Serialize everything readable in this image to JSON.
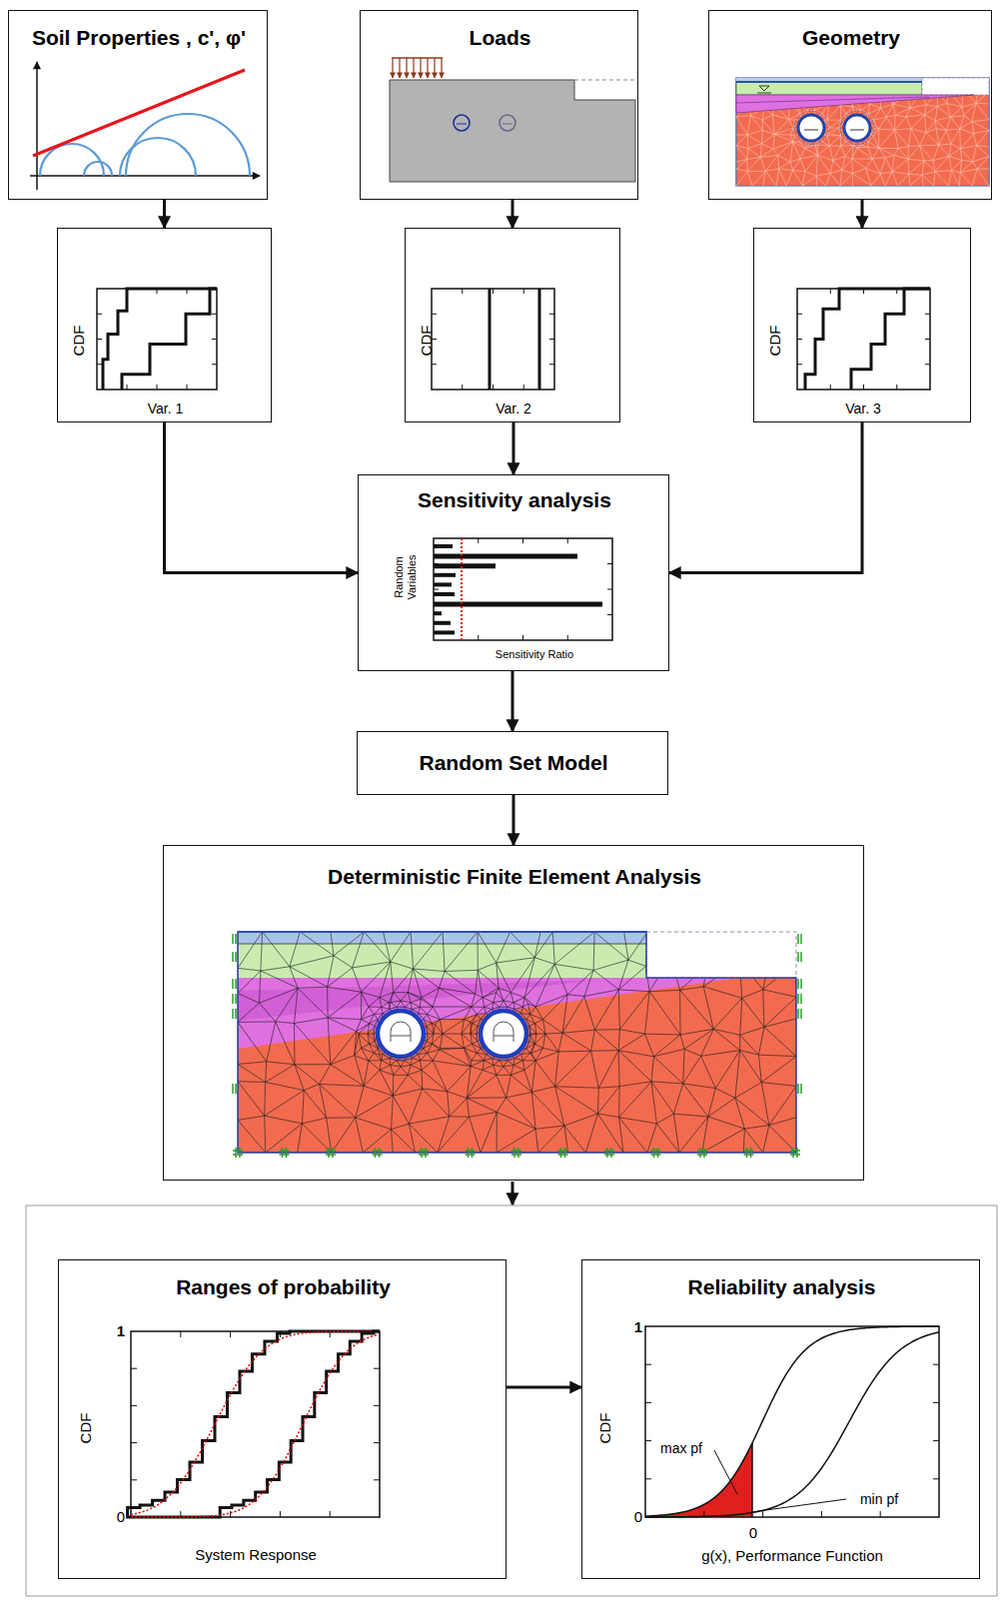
{
  "diagram": {
    "nodes": [
      {
        "text": [
          "Soil Properties , c', φ'"
        ]
      },
      {
        "text": [
          "Loads"
        ]
      },
      {
        "text": [
          "Geometry"
        ]
      },
      {
        "text": [
          "CDF",
          "Var. 1"
        ]
      },
      {
        "text": [
          "CDF",
          "Var. 2"
        ]
      },
      {
        "text": [
          "CDF",
          "Var. 3"
        ]
      },
      {
        "text": [
          "Sensitivity analysis",
          "Random Variables",
          "Sensitivity Ratio"
        ]
      },
      {
        "text": [
          "Random Set Model"
        ]
      },
      {
        "text": [
          "Deterministic Finite Element Analysis"
        ]
      },
      {
        "text": [
          "Ranges of probability",
          "1",
          "0",
          "CDF",
          "System Response"
        ]
      },
      {
        "text": [
          "Reliability analysis",
          "1",
          "0",
          "CDF",
          "0",
          "g(x), Performance Function",
          "max pf",
          "min pf"
        ]
      }
    ],
    "edges": [
      {
        "from": 0,
        "to": 3,
        "arrow": "to"
      },
      {
        "from": 1,
        "to": 4,
        "arrow": "to"
      },
      {
        "from": 2,
        "to": 5,
        "arrow": "to"
      },
      {
        "from": 3,
        "to": 6,
        "arrow": "to"
      },
      {
        "from": 4,
        "to": 6,
        "arrow": "to"
      },
      {
        "from": 5,
        "to": 6,
        "arrow": "to"
      },
      {
        "from": 6,
        "to": 7,
        "arrow": "to"
      },
      {
        "from": 7,
        "to": 8,
        "arrow": "to"
      },
      {
        "from": 9,
        "to": 10,
        "arrow": "to"
      }
    ]
  }
}
